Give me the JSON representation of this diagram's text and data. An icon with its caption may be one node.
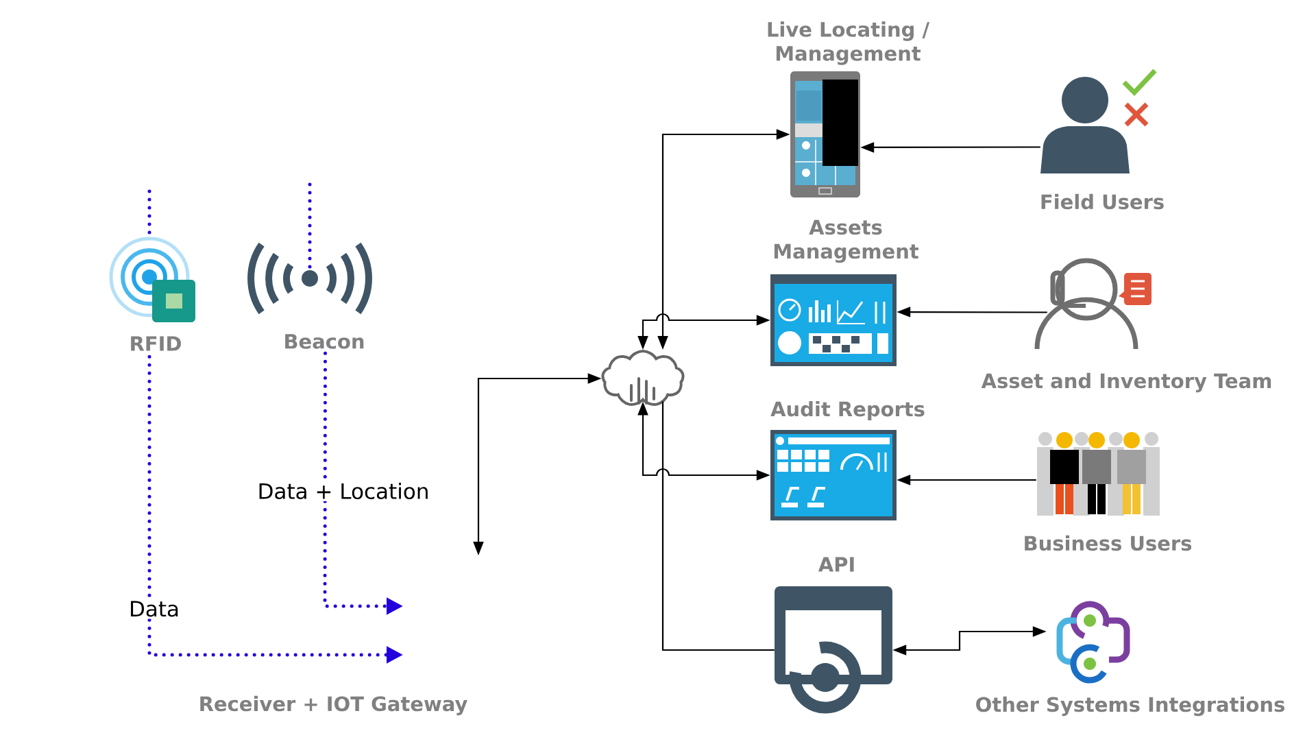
{
  "diagram": {
    "nodes": [
      {
        "text": [
          "RFID"
        ]
      },
      {
        "text": [
          "Beacon"
        ]
      },
      {
        "text": [],
        "shape": "cloud"
      },
      {
        "text": [
          "Live Locating / Management"
        ]
      },
      {
        "text": [
          "Assets Management"
        ]
      },
      {
        "text": [
          "Audit Reports"
        ]
      },
      {
        "text": [
          "API"
        ]
      },
      {
        "text": [
          "Field Users"
        ]
      },
      {
        "text": [
          "Asset and Inventory Team"
        ]
      },
      {
        "text": [
          "Business Users"
        ]
      },
      {
        "text": [
          "Other Systems Integrations"
        ]
      }
    ],
    "edges": [
      {
        "from": 0,
        "to": null,
        "arrow": "to",
        "label": "Data",
        "style": "dashed",
        "color": "#2200dd"
      },
      {
        "from": 1,
        "to": null,
        "arrow": "to",
        "label": "Data + Location",
        "style": "dashed",
        "color": "#2200dd"
      },
      {
        "from": 2,
        "to": null,
        "arrow": "both"
      },
      {
        "from": 2,
        "to": 3,
        "arrow": "both"
      },
      {
        "from": 2,
        "to": 4,
        "arrow": "both"
      },
      {
        "from": 2,
        "to": 5,
        "arrow": "both"
      },
      {
        "from": 2,
        "to": 6,
        "arrow": "none"
      },
      {
        "from": 7,
        "to": 3,
        "arrow": "to"
      },
      {
        "from": 8,
        "to": 4,
        "arrow": "to"
      },
      {
        "from": 9,
        "to": 5,
        "arrow": "to"
      },
      {
        "from": 6,
        "to": 10,
        "arrow": "both"
      }
    ],
    "labels": [
      "Receiver + IOT Gateway"
    ]
  }
}
